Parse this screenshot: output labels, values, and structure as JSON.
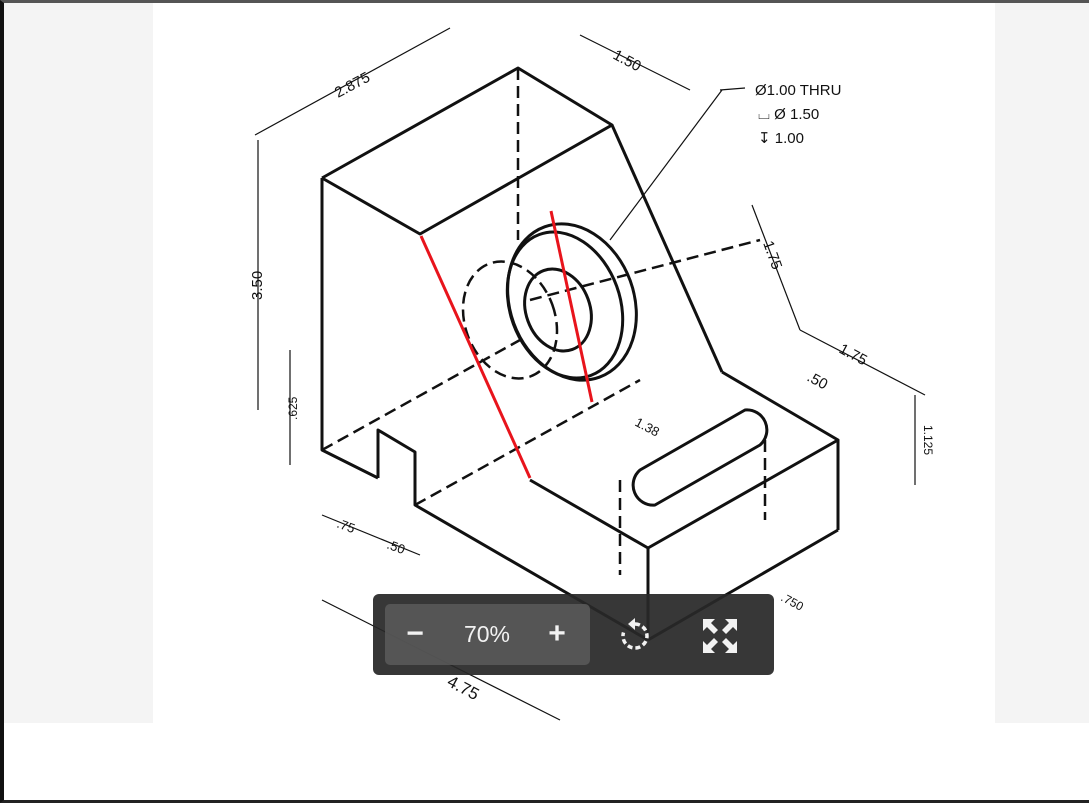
{
  "viewer": {
    "image_description": "Isometric engineering drawing of a bracket with counterbored hole and slot",
    "annotations": {
      "hole_callout": [
        "Ø1.00 THRU",
        "⌴ Ø 1.50",
        "↧ 1.00"
      ],
      "dimensions": {
        "top_width": "2.875",
        "top_depth": "1.50",
        "height": "3.50",
        "ledge_height": ".625",
        "hole_offset": "1.75",
        "base_depth": "1.75",
        "slot_width": ".50",
        "slot_length": "1.38",
        "base_height": "1.125",
        "notch_width": ".75",
        "notch_depth": ".50",
        "overall_length": "4.75",
        "slot_offset": ".750"
      },
      "overlay_line_color": "#e8141c"
    }
  },
  "toolbar": {
    "zoom_out_label": "−",
    "zoom_level": "70%",
    "zoom_in_label": "+",
    "rotate_icon": "rotate-icon",
    "fullscreen_icon": "fullscreen-icon"
  }
}
